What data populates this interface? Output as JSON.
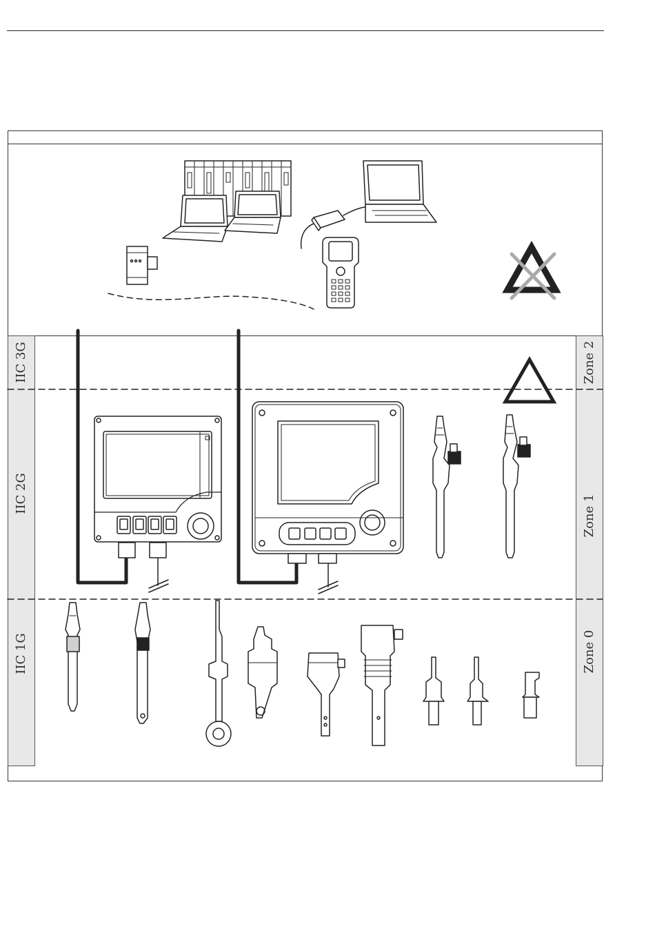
{
  "labels": {
    "gas_groups": [
      "IIC 3G",
      "IIC 2G",
      "IIC 1G"
    ],
    "zones": [
      "Zone 2",
      "Zone 1",
      "Zone 0"
    ]
  },
  "colors": {
    "band_fill": "#e8e8e8",
    "line": "#222222",
    "warning_cross": "#aaaaaa"
  },
  "icons": [
    "control-system-rack",
    "laptop",
    "power-supply",
    "usb-modem",
    "handheld-terminal",
    "no-ex-warning-icon",
    "ex-warning-icon",
    "transmitter",
    "sensor"
  ]
}
